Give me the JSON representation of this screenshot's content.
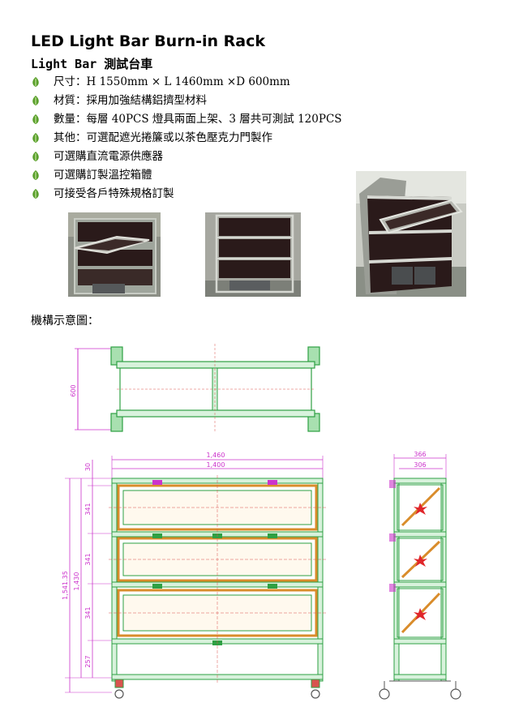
{
  "title": "LED Light Bar Burn-in Rack",
  "subtitle": "Light Bar 測試台車",
  "bullets": [
    "尺寸：H 1550mm × L 1460mm ×D 600mm",
    "材質：採用加強結構鋁擠型材料",
    "數量：每層 40PCS 燈具兩面上架、3 層共可測試 120PCS",
    "其他：可選配遮光捲簾或以茶色壓克力門製作",
    "可選購直流電源供應器",
    "可選購訂製溫控箱體",
    "可接受各戶特殊規格訂製"
  ],
  "diagram_caption": "機構示意圖：",
  "dimensions": {
    "top_depth": "600",
    "overall_width": "1,460",
    "inner_width": "1,400",
    "side_outer_depth": "366",
    "side_inner_depth": "306",
    "top_offset": "30",
    "shelf_1": "341",
    "shelf_2": "341",
    "shelf_3": "341",
    "bottom": "257",
    "overall_height": "1,541.35",
    "frame_height": "1,430"
  },
  "colors": {
    "frame_green": "#2ea043",
    "panel_orange": "#d98c2b",
    "dimension_magenta": "#cc33cc",
    "bullet_green": "#5aa02c",
    "photo_panel": "#2a1a1a"
  }
}
